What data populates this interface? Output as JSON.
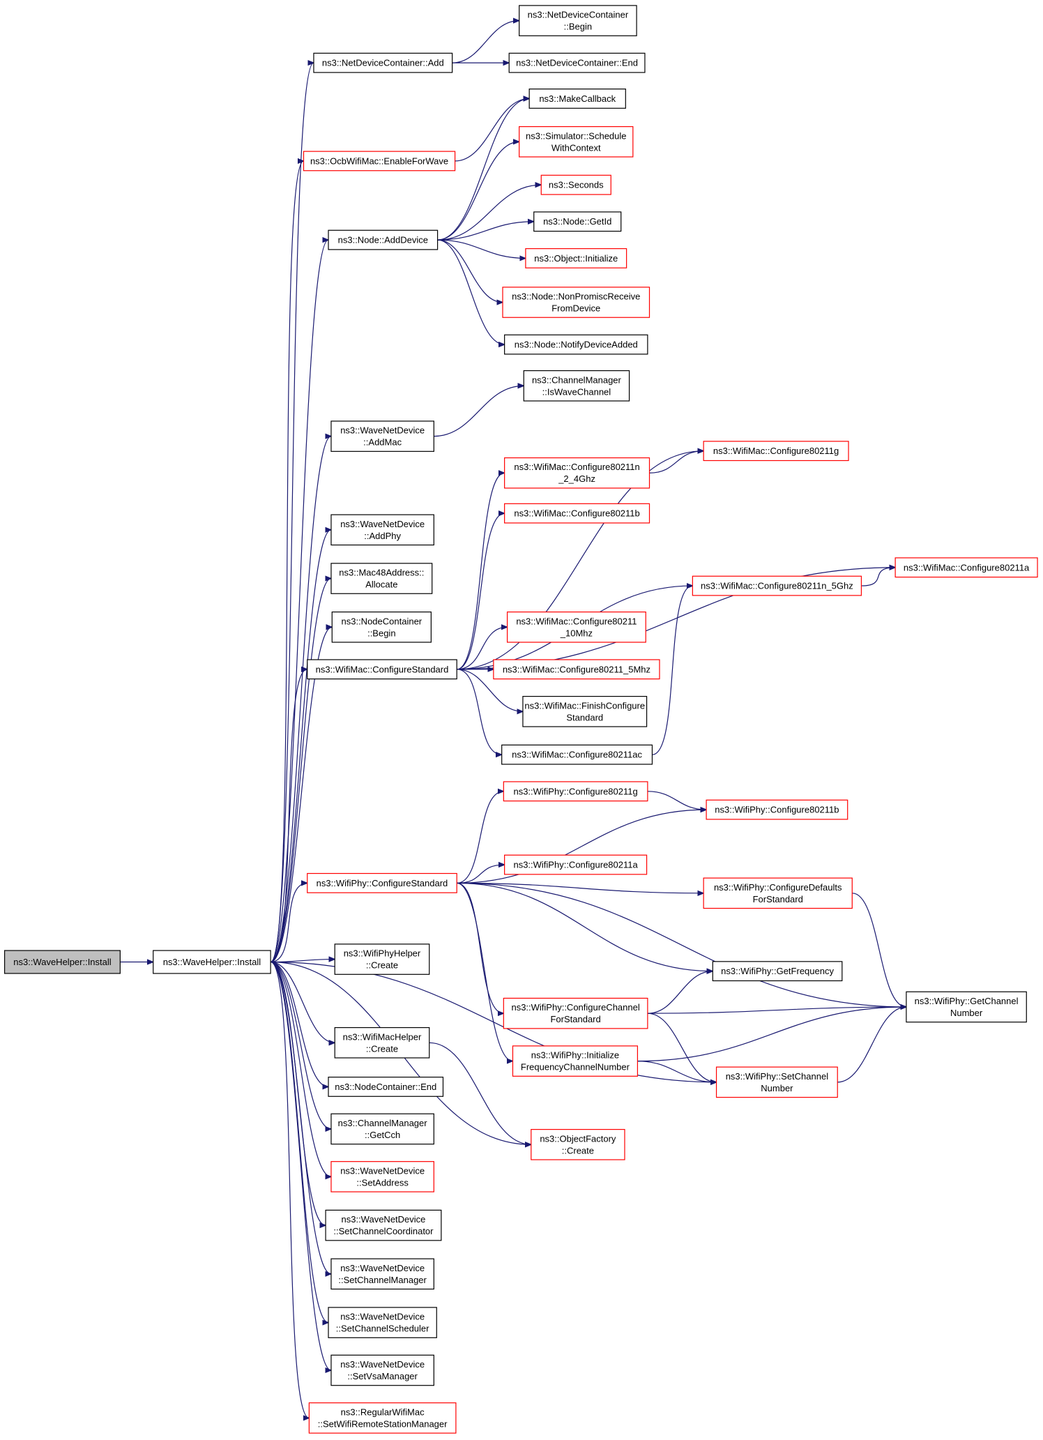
{
  "colors": {
    "edge": "#191970",
    "node_border": "#000000",
    "node_border_external": "#ff0000",
    "root_fill": "#bfbfbf"
  },
  "nodes": [
    {
      "id": "root",
      "lines": [
        "ns3::WaveHelper::Install"
      ],
      "style": "root"
    },
    {
      "id": "install",
      "lines": [
        "ns3::WaveHelper::Install"
      ],
      "style": "normal"
    },
    {
      "id": "ndcAdd",
      "lines": [
        "ns3::NetDeviceContainer::Add"
      ],
      "style": "normal"
    },
    {
      "id": "ndcBegin",
      "lines": [
        "ns3::NetDeviceContainer",
        "::Begin"
      ],
      "style": "normal"
    },
    {
      "id": "ndcEnd",
      "lines": [
        "ns3::NetDeviceContainer::End"
      ],
      "style": "normal"
    },
    {
      "id": "makeCallback",
      "lines": [
        "ns3::MakeCallback"
      ],
      "style": "normal"
    },
    {
      "id": "ocbEnable",
      "lines": [
        "ns3::OcbWifiMac::EnableForWave"
      ],
      "style": "red"
    },
    {
      "id": "simSchedule",
      "lines": [
        "ns3::Simulator::Schedule",
        "WithContext"
      ],
      "style": "red"
    },
    {
      "id": "seconds",
      "lines": [
        "ns3::Seconds"
      ],
      "style": "red"
    },
    {
      "id": "nodeGetId",
      "lines": [
        "ns3::Node::GetId"
      ],
      "style": "normal"
    },
    {
      "id": "nodeAddDevice",
      "lines": [
        "ns3::Node::AddDevice"
      ],
      "style": "normal"
    },
    {
      "id": "objInit",
      "lines": [
        "ns3::Object::Initialize"
      ],
      "style": "red"
    },
    {
      "id": "nodeNonPromisc",
      "lines": [
        "ns3::Node::NonPromiscReceive",
        "FromDevice"
      ],
      "style": "red"
    },
    {
      "id": "nodeNotify",
      "lines": [
        "ns3::Node::NotifyDeviceAdded"
      ],
      "style": "normal"
    },
    {
      "id": "cmIsWave",
      "lines": [
        "ns3::ChannelManager",
        "::IsWaveChannel"
      ],
      "style": "normal"
    },
    {
      "id": "wndAddMac",
      "lines": [
        "ns3::WaveNetDevice",
        "::AddMac"
      ],
      "style": "normal"
    },
    {
      "id": "mac80211g",
      "lines": [
        "ns3::WifiMac::Configure80211g"
      ],
      "style": "red"
    },
    {
      "id": "mac80211n24",
      "lines": [
        "ns3::WifiMac::Configure80211n",
        "_2_4Ghz"
      ],
      "style": "red"
    },
    {
      "id": "mac80211b",
      "lines": [
        "ns3::WifiMac::Configure80211b"
      ],
      "style": "red"
    },
    {
      "id": "wndAddPhy",
      "lines": [
        "ns3::WaveNetDevice",
        "::AddPhy"
      ],
      "style": "normal"
    },
    {
      "id": "mac80211a",
      "lines": [
        "ns3::WifiMac::Configure80211a"
      ],
      "style": "red"
    },
    {
      "id": "mac48Alloc",
      "lines": [
        "ns3::Mac48Address::",
        "Allocate"
      ],
      "style": "normal"
    },
    {
      "id": "mac80211n5",
      "lines": [
        "ns3::WifiMac::Configure80211n_5Ghz"
      ],
      "style": "red"
    },
    {
      "id": "ncBegin",
      "lines": [
        "ns3::NodeContainer",
        "::Begin"
      ],
      "style": "normal"
    },
    {
      "id": "mac10",
      "lines": [
        "ns3::WifiMac::Configure80211",
        "_10Mhz"
      ],
      "style": "red"
    },
    {
      "id": "macConfStd",
      "lines": [
        "ns3::WifiMac::ConfigureStandard"
      ],
      "style": "normal"
    },
    {
      "id": "mac5",
      "lines": [
        "ns3::WifiMac::Configure80211_5Mhz"
      ],
      "style": "red"
    },
    {
      "id": "macFinish",
      "lines": [
        "ns3::WifiMac::FinishConfigure",
        "Standard"
      ],
      "style": "normal"
    },
    {
      "id": "mac80211ac",
      "lines": [
        "ns3::WifiMac::Configure80211ac"
      ],
      "style": "normal"
    },
    {
      "id": "phy80211g",
      "lines": [
        "ns3::WifiPhy::Configure80211g"
      ],
      "style": "red"
    },
    {
      "id": "phy80211b",
      "lines": [
        "ns3::WifiPhy::Configure80211b"
      ],
      "style": "red"
    },
    {
      "id": "phyConfStd",
      "lines": [
        "ns3::WifiPhy::ConfigureStandard"
      ],
      "style": "red"
    },
    {
      "id": "phy80211a",
      "lines": [
        "ns3::WifiPhy::Configure80211a"
      ],
      "style": "red"
    },
    {
      "id": "phyDefaults",
      "lines": [
        "ns3::WifiPhy::ConfigureDefaults",
        "ForStandard"
      ],
      "style": "red"
    },
    {
      "id": "phyHelperCreate",
      "lines": [
        "ns3::WifiPhyHelper",
        "::Create"
      ],
      "style": "normal"
    },
    {
      "id": "phyGetFreq",
      "lines": [
        "ns3::WifiPhy::GetFrequency"
      ],
      "style": "normal"
    },
    {
      "id": "phyGetChan",
      "lines": [
        "ns3::WifiPhy::GetChannel",
        "Number"
      ],
      "style": "normal"
    },
    {
      "id": "phyConfChan",
      "lines": [
        "ns3::WifiPhy::ConfigureChannel",
        "ForStandard"
      ],
      "style": "red"
    },
    {
      "id": "macHelperCreate",
      "lines": [
        "ns3::WifiMacHelper",
        "::Create"
      ],
      "style": "normal"
    },
    {
      "id": "phyInitFreq",
      "lines": [
        "ns3::WifiPhy::Initialize",
        "FrequencyChannelNumber"
      ],
      "style": "red"
    },
    {
      "id": "phySetChan",
      "lines": [
        "ns3::WifiPhy::SetChannel",
        "Number"
      ],
      "style": "red"
    },
    {
      "id": "ncEnd",
      "lines": [
        "ns3::NodeContainer::End"
      ],
      "style": "normal"
    },
    {
      "id": "cmGetCch",
      "lines": [
        "ns3::ChannelManager",
        "::GetCch"
      ],
      "style": "normal"
    },
    {
      "id": "objFactCreate",
      "lines": [
        "ns3::ObjectFactory",
        "::Create"
      ],
      "style": "red"
    },
    {
      "id": "wndSetAddr",
      "lines": [
        "ns3::WaveNetDevice",
        "::SetAddress"
      ],
      "style": "red"
    },
    {
      "id": "wndSetCoord",
      "lines": [
        "ns3::WaveNetDevice",
        "::SetChannelCoordinator"
      ],
      "style": "normal"
    },
    {
      "id": "wndSetMgr",
      "lines": [
        "ns3::WaveNetDevice",
        "::SetChannelManager"
      ],
      "style": "normal"
    },
    {
      "id": "wndSetSched",
      "lines": [
        "ns3::WaveNetDevice",
        "::SetChannelScheduler"
      ],
      "style": "normal"
    },
    {
      "id": "wndSetVsa",
      "lines": [
        "ns3::WaveNetDevice",
        "::SetVsaManager"
      ],
      "style": "normal"
    },
    {
      "id": "regSetRsm",
      "lines": [
        "ns3::RegularWifiMac",
        "::SetWifiRemoteStationManager"
      ],
      "style": "red"
    }
  ],
  "edges": [
    [
      "root",
      "install"
    ],
    [
      "install",
      "ndcAdd"
    ],
    [
      "install",
      "ocbEnable"
    ],
    [
      "install",
      "nodeAddDevice"
    ],
    [
      "install",
      "wndAddMac"
    ],
    [
      "install",
      "wndAddPhy"
    ],
    [
      "install",
      "mac48Alloc"
    ],
    [
      "install",
      "ncBegin"
    ],
    [
      "install",
      "macConfStd"
    ],
    [
      "install",
      "phyConfStd"
    ],
    [
      "install",
      "phyHelperCreate"
    ],
    [
      "install",
      "macHelperCreate"
    ],
    [
      "install",
      "ncEnd"
    ],
    [
      "install",
      "cmGetCch"
    ],
    [
      "install",
      "wndSetAddr"
    ],
    [
      "install",
      "wndSetCoord"
    ],
    [
      "install",
      "wndSetMgr"
    ],
    [
      "install",
      "wndSetSched"
    ],
    [
      "install",
      "wndSetVsa"
    ],
    [
      "install",
      "regSetRsm"
    ],
    [
      "install",
      "phySetChan"
    ],
    [
      "install",
      "objFactCreate"
    ],
    [
      "ndcAdd",
      "ndcBegin"
    ],
    [
      "ndcAdd",
      "ndcEnd"
    ],
    [
      "ocbEnable",
      "makeCallback"
    ],
    [
      "nodeAddDevice",
      "makeCallback"
    ],
    [
      "nodeAddDevice",
      "simSchedule"
    ],
    [
      "nodeAddDevice",
      "seconds"
    ],
    [
      "nodeAddDevice",
      "nodeGetId"
    ],
    [
      "nodeAddDevice",
      "objInit"
    ],
    [
      "nodeAddDevice",
      "nodeNonPromisc"
    ],
    [
      "nodeAddDevice",
      "nodeNotify"
    ],
    [
      "wndAddMac",
      "cmIsWave"
    ],
    [
      "macConfStd",
      "mac80211g"
    ],
    [
      "macConfStd",
      "mac80211n24"
    ],
    [
      "macConfStd",
      "mac80211b"
    ],
    [
      "macConfStd",
      "mac80211a"
    ],
    [
      "macConfStd",
      "mac80211n5"
    ],
    [
      "macConfStd",
      "mac10"
    ],
    [
      "macConfStd",
      "mac5"
    ],
    [
      "macConfStd",
      "macFinish"
    ],
    [
      "macConfStd",
      "mac80211ac"
    ],
    [
      "mac80211n24",
      "mac80211g"
    ],
    [
      "mac80211n5",
      "mac80211a"
    ],
    [
      "mac80211ac",
      "mac80211n5"
    ],
    [
      "phyConfStd",
      "phy80211g"
    ],
    [
      "phyConfStd",
      "phy80211b"
    ],
    [
      "phyConfStd",
      "phy80211a"
    ],
    [
      "phyConfStd",
      "phyDefaults"
    ],
    [
      "phyConfStd",
      "phyGetFreq"
    ],
    [
      "phyConfStd",
      "phyGetChan"
    ],
    [
      "phyConfStd",
      "phyConfChan"
    ],
    [
      "phyConfStd",
      "phyInitFreq"
    ],
    [
      "phy80211g",
      "phy80211b"
    ],
    [
      "phyDefaults",
      "phyGetChan"
    ],
    [
      "phyConfChan",
      "phyGetFreq"
    ],
    [
      "phyConfChan",
      "phyGetChan"
    ],
    [
      "phyConfChan",
      "phySetChan"
    ],
    [
      "phyInitFreq",
      "phyGetChan"
    ],
    [
      "phyInitFreq",
      "phySetChan"
    ],
    [
      "phySetChan",
      "phyGetChan"
    ],
    [
      "macHelperCreate",
      "objFactCreate"
    ]
  ]
}
